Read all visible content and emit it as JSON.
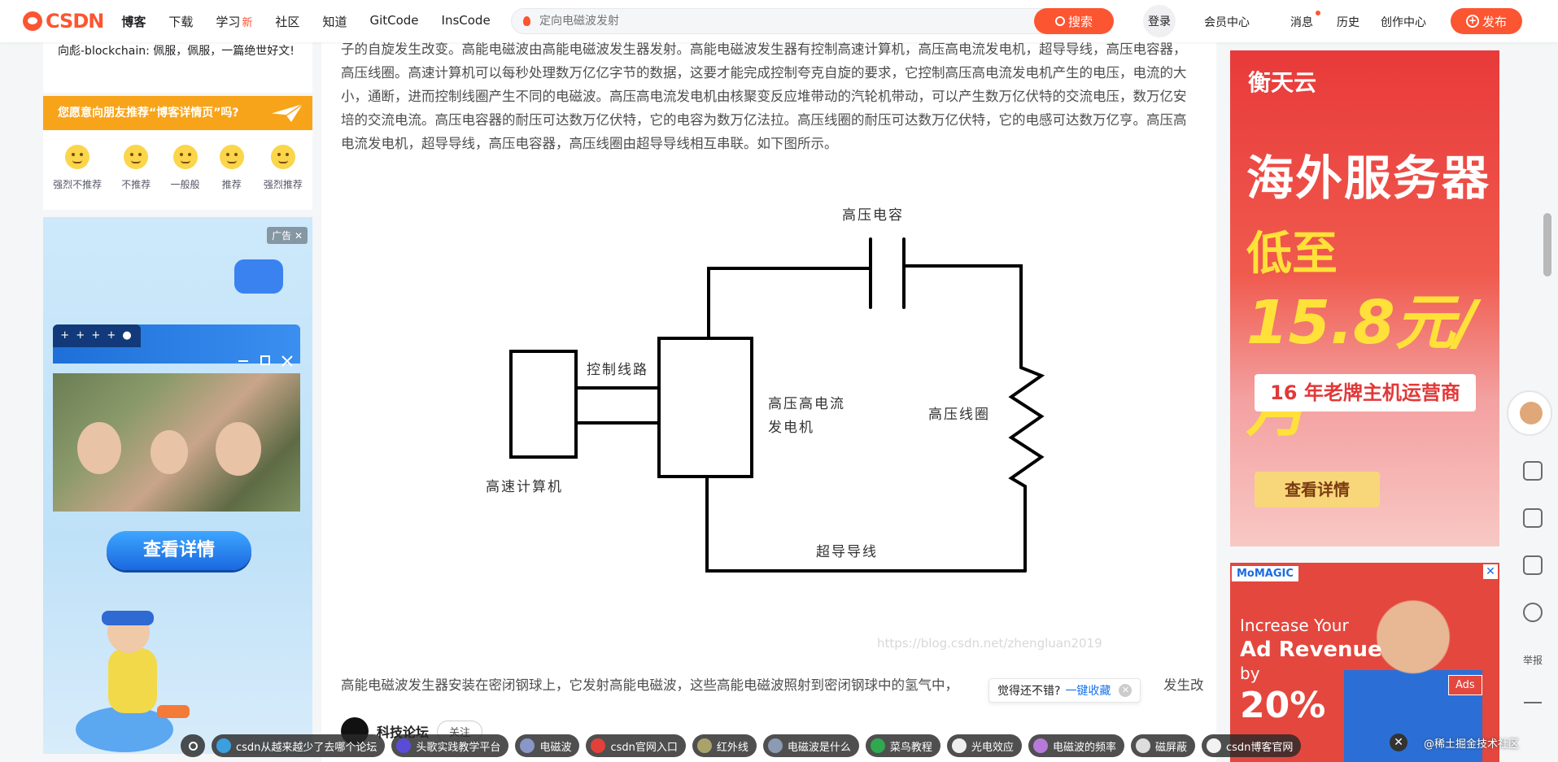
{
  "nav": {
    "logo": "CSDN",
    "links": [
      {
        "label": "博客",
        "active": true
      },
      {
        "label": "下载"
      },
      {
        "label": "学习",
        "badge": "新"
      },
      {
        "label": "社区"
      },
      {
        "label": "知道"
      },
      {
        "label": "GitCode"
      },
      {
        "label": "InsCode"
      }
    ],
    "search_placeholder": "定向电磁波发射",
    "search_button": "搜索",
    "login": "登录",
    "member": "会员中心",
    "messages": "消息",
    "history": "历史",
    "creator": "创作中心",
    "publish": "发布",
    "accent": "#fc5531"
  },
  "left": {
    "blurb": "向彪-blockchain: 佩服，佩服，一篇绝世好文!",
    "recommend": "您愿意向朋友推荐“博客详情页”吗?",
    "ratings": [
      "强烈不推荐",
      "不推荐",
      "一般般",
      "推荐",
      "强烈推荐"
    ],
    "ad_tag": "广告",
    "ad_window_tab": "+ + + + ●",
    "ad_cta": "查看详情"
  },
  "article": {
    "para1": "子的自旋发生改变。高能电磁波由高能电磁波发生器发射。高能电磁波发生器有控制高速计算机，高压高电流发电机，超导导线，高压电容器，高压线圈。高速计算机可以每秒处理数万亿亿字节的数据，这要才能完成控制夸克自旋的要求，它控制高压高电流发电机产生的电压，电流的大小，通断，进而控制线圈产生不同的电磁波。高压高电流发电机由核聚变反应堆带动的汽轮机带动，可以产生数万亿伏特的交流电压，数万亿安培的交流电流。高压电容器的耐压可达数万亿伏特，它的电容为数万亿法拉。高压线圈的耐压可达数万亿伏特，它的电感可达数万亿亨。高压高电流发电机，超导导线，高压电容器，高压线圈由超导导线相互串联。如下图所示。",
    "diagram_labels": {
      "capacitor": "高压电容",
      "control_line": "控制线路",
      "generator_1": "高压高电流",
      "generator_2": "发电机",
      "coil": "高压线圈",
      "computer": "高速计算机",
      "wire": "超导导线"
    },
    "watermark": "https://blog.csdn.net/zhengluan2019",
    "para2": "高能电磁波发生器安装在密闭钢球上，它发射高能电磁波，这些高能电磁波照射到密闭钢球中的氢气中，",
    "para2_tail": "发生改",
    "collect_prompt": "觉得还不错?",
    "collect_link": "一键收藏",
    "author": "科技论坛",
    "follow": "关注"
  },
  "right": {
    "ad1_brand": "衡天云",
    "ad1_line1": "海外服务器",
    "ad1_line2": "低至",
    "ad1_line3": "15.8元/月",
    "ad1_line4": "16 年老牌主机运营商",
    "ad1_cta": "查看详情",
    "ad2_brand": "MoMAGIC",
    "ad2_close": "✕",
    "ad2_line1": "Increase Your",
    "ad2_line2": "Ad Revenue",
    "ad2_line3": "by",
    "ad2_line4": "20%",
    "ad2_tag": "Ads",
    "report": "举报"
  },
  "taskbar": [
    "csdn从越来越少了去哪个论坛",
    "头歌实践教学平台",
    "电磁波",
    "csdn官网入口",
    "红外线",
    "电磁波是什么",
    "菜鸟教程",
    "光电效应",
    "电磁波的频率",
    "磁屏蔽",
    "csdn博客官网"
  ],
  "corner_text": "@稀土掘金技术社区"
}
